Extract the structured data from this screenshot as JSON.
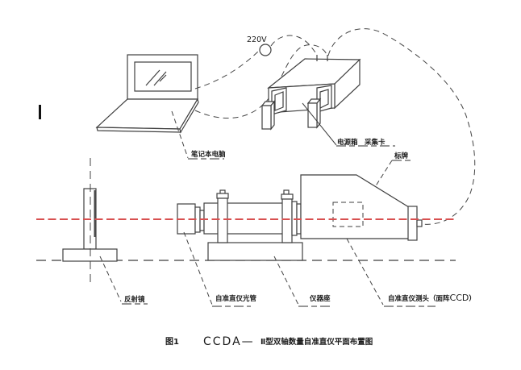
{
  "diagram": {
    "voltage_label": "220V",
    "laptop_label": "笔记本电脑",
    "power_box_label": "电源箱",
    "capture_card_label": "采集卡",
    "nameplate_label": "标牌",
    "reflector_label": "反射镜",
    "collimator_tube_label": "自准直仪光管",
    "instrument_base_label": "仪器座",
    "sensor_head_label_prefix": "自准直仪测头（面阵",
    "sensor_head_label_ccd": "CCD",
    "sensor_head_label_suffix": "）",
    "caption_figure_no": "图1",
    "caption_model": "CCDA—",
    "caption_title": "Ⅱ型双轴数量自准直仪平面布置图",
    "colors": {
      "optical_axis_red": "#d85050",
      "line_gray": "#3f3f3f"
    }
  }
}
